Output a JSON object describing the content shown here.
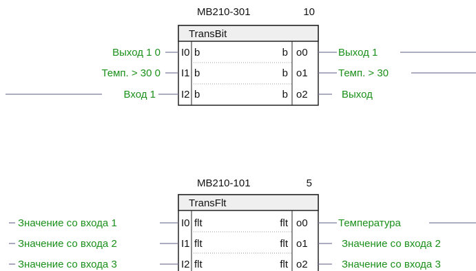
{
  "blocks": [
    {
      "device": "MB210-301",
      "number": "10",
      "title": "TransBit",
      "rows": [
        {
          "in_port": "I0",
          "in_type": "b",
          "out_type": "b",
          "out_port": "o0",
          "in_label": "Выход 1 0",
          "out_label": "Выход 1"
        },
        {
          "in_port": "I1",
          "in_type": "b",
          "out_type": "b",
          "out_port": "o1",
          "in_label": "Темп. > 30 0",
          "out_label": "Темп. > 30"
        },
        {
          "in_port": "I2",
          "in_type": "b",
          "out_type": "b",
          "out_port": "o2",
          "in_label": "Вход 1",
          "out_label": "Выход"
        }
      ]
    },
    {
      "device": "MB210-101",
      "number": "5",
      "title": "TransFlt",
      "rows": [
        {
          "in_port": "I0",
          "in_type": "flt",
          "out_type": "flt",
          "out_port": "o0",
          "in_label": "Значение со входа 1",
          "out_label": "Температура"
        },
        {
          "in_port": "I1",
          "in_type": "flt",
          "out_type": "flt",
          "out_port": "o1",
          "in_label": "Значение со входа 2",
          "out_label": "Значение со входа 2"
        },
        {
          "in_port": "I2",
          "in_type": "flt",
          "out_type": "flt",
          "out_port": "o2",
          "in_label": "Значение со входа 3",
          "out_label": "Значение со входа 3"
        }
      ]
    }
  ],
  "colors": {
    "wire": "#7a7a9a",
    "signal_text": "#1a8f1a",
    "block_border": "#222222",
    "title_bar": "#efefef"
  }
}
